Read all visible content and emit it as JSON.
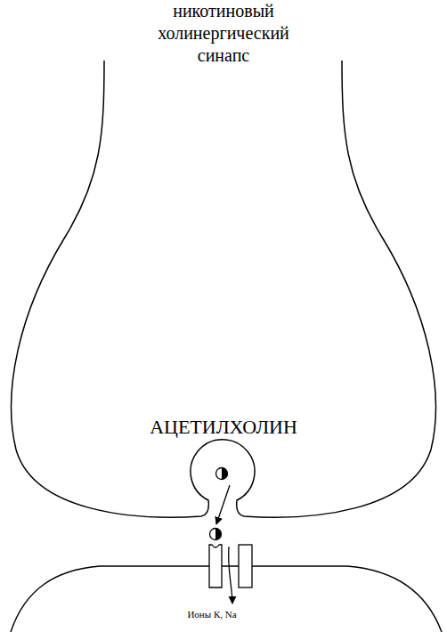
{
  "diagram": {
    "title": "никотиновый холинергический синапс",
    "labels": [
      "АЦЕТИЛХОЛИН",
      "Ионы К, Na"
    ]
  }
}
